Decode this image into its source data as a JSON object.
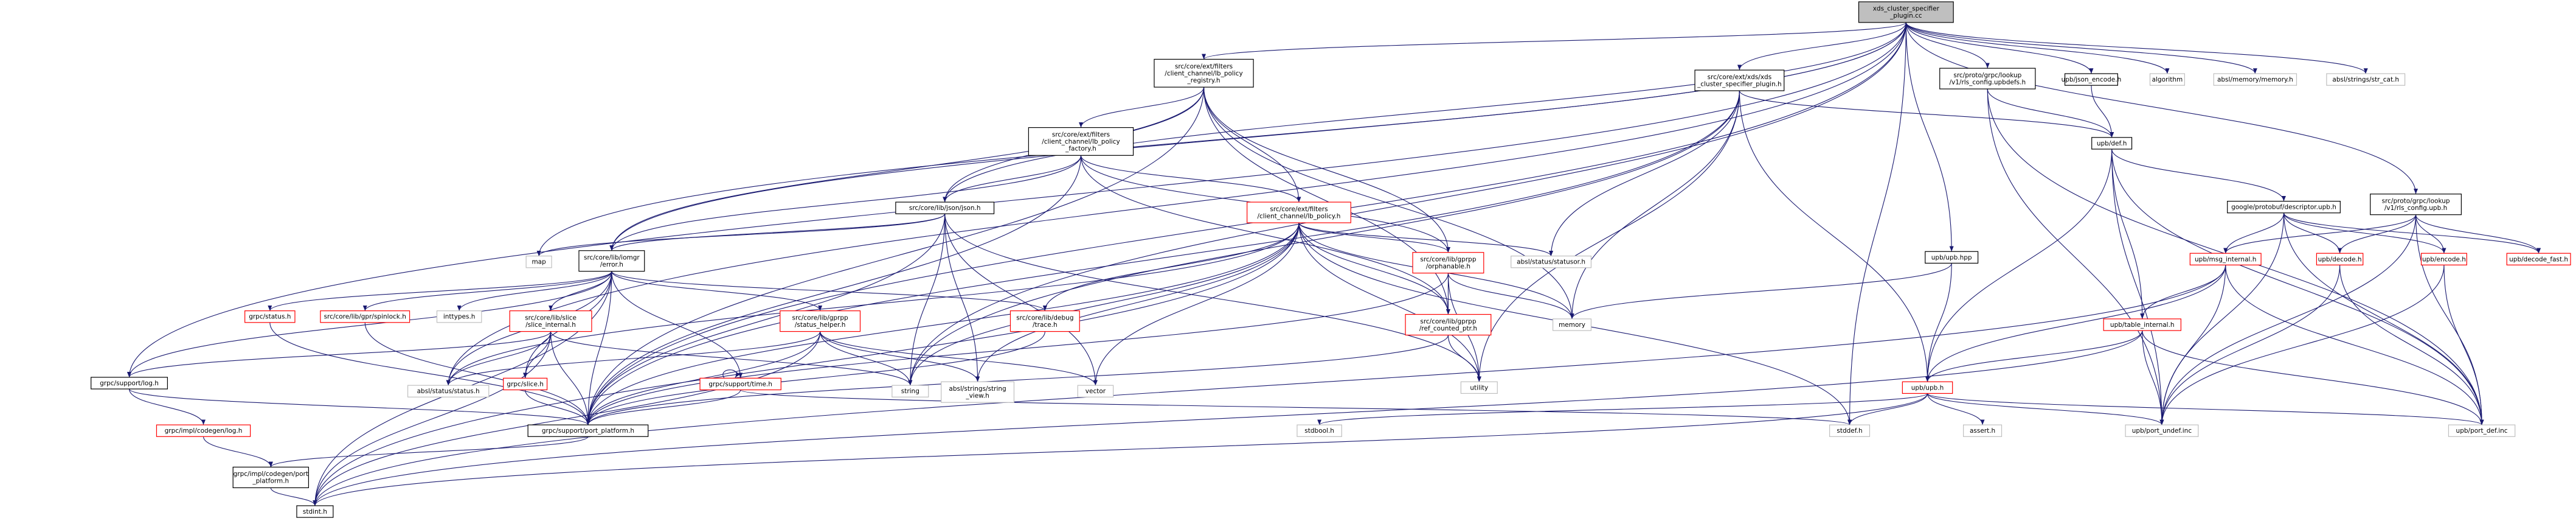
{
  "colors": {
    "edge": "#191970",
    "linked_border": "#000000",
    "truncated_border": "#ff0000",
    "external_border": "#bfbfbf",
    "root_fill": "#bfbfbf"
  },
  "nodes": {
    "root": [
      "xds_cluster_specifier",
      "_plugin.cc"
    ],
    "lb_registry": [
      "src/core/ext/filters",
      "/client_channel/lb_policy",
      "_registry.h"
    ],
    "xds_plugin_h": [
      "src/core/ext/xds/xds",
      "_cluster_specifier_plugin.h"
    ],
    "rls_upbdefs": [
      "src/proto/grpc/lookup",
      "/v1/rls_config.upbdefs.h"
    ],
    "json_encode": [
      "upb/json_encode.h"
    ],
    "algorithm": [
      "algorithm"
    ],
    "absl_memory": [
      "absl/memory/memory.h"
    ],
    "absl_strcat": [
      "absl/strings/str_cat.h"
    ],
    "lb_factory": [
      "src/core/ext/filters",
      "/client_channel/lb_policy",
      "_factory.h"
    ],
    "upb_def": [
      "upb/def.h"
    ],
    "json_h": [
      "src/core/lib/json/json.h"
    ],
    "lb_policy": [
      "src/core/ext/filters",
      "/client_channel/lb_policy.h"
    ],
    "descriptor": [
      "google/protobuf/descriptor.upb.h"
    ],
    "rls_upb": [
      "src/proto/grpc/lookup",
      "/v1/rls_config.upb.h"
    ],
    "map": [
      "map"
    ],
    "error_h": [
      "src/core/lib/iomgr",
      "/error.h"
    ],
    "orphanable": [
      "src/core/lib/gprpp",
      "/orphanable.h"
    ],
    "statusor": [
      "absl/status/statusor.h"
    ],
    "upb_hpp": [
      "upb/upb.hpp"
    ],
    "msg_internal": [
      "upb/msg_internal.h"
    ],
    "upb_decode": [
      "upb/decode.h"
    ],
    "upb_encode": [
      "upb/encode.h"
    ],
    "decode_fast": [
      "upb/decode_fast.h"
    ],
    "memory": [
      "memory"
    ],
    "grpc_status": [
      "grpc/status.h"
    ],
    "spinlock": [
      "src/core/lib/gpr/spinlock.h"
    ],
    "inttypes": [
      "inttypes.h"
    ],
    "slice_internal": [
      "src/core/lib/slice",
      "/slice_internal.h"
    ],
    "status_helper": [
      "src/core/lib/gprpp",
      "/status_helper.h"
    ],
    "debug_trace": [
      "src/core/lib/debug",
      "/trace.h"
    ],
    "ref_counted": [
      "src/core/lib/gprpp",
      "/ref_counted_ptr.h"
    ],
    "table_internal": [
      "upb/table_internal.h"
    ],
    "support_log": [
      "grpc/support/log.h"
    ],
    "grpc_slice": [
      "grpc/slice.h"
    ],
    "grpc_time": [
      "grpc/support/time.h"
    ],
    "string": [
      "string"
    ],
    "absl_status": [
      "absl/status/status.h"
    ],
    "string_view": [
      "absl/strings/string",
      "_view.h"
    ],
    "vector": [
      "vector"
    ],
    "utility": [
      "utility"
    ],
    "upb_h": [
      "upb/upb.h"
    ],
    "impl_log": [
      "grpc/impl/codegen/log.h"
    ],
    "port_platform": [
      "grpc/support/port_platform.h"
    ],
    "stdbool": [
      "stdbool.h"
    ],
    "stddef": [
      "stddef.h"
    ],
    "assert": [
      "assert.h"
    ],
    "port_undef": [
      "upb/port_undef.inc"
    ],
    "port_def": [
      "upb/port_def.inc"
    ],
    "impl_port": [
      "grpc/impl/codegen/port",
      "_platform.h"
    ],
    "stdint": [
      "stdint.h"
    ]
  }
}
